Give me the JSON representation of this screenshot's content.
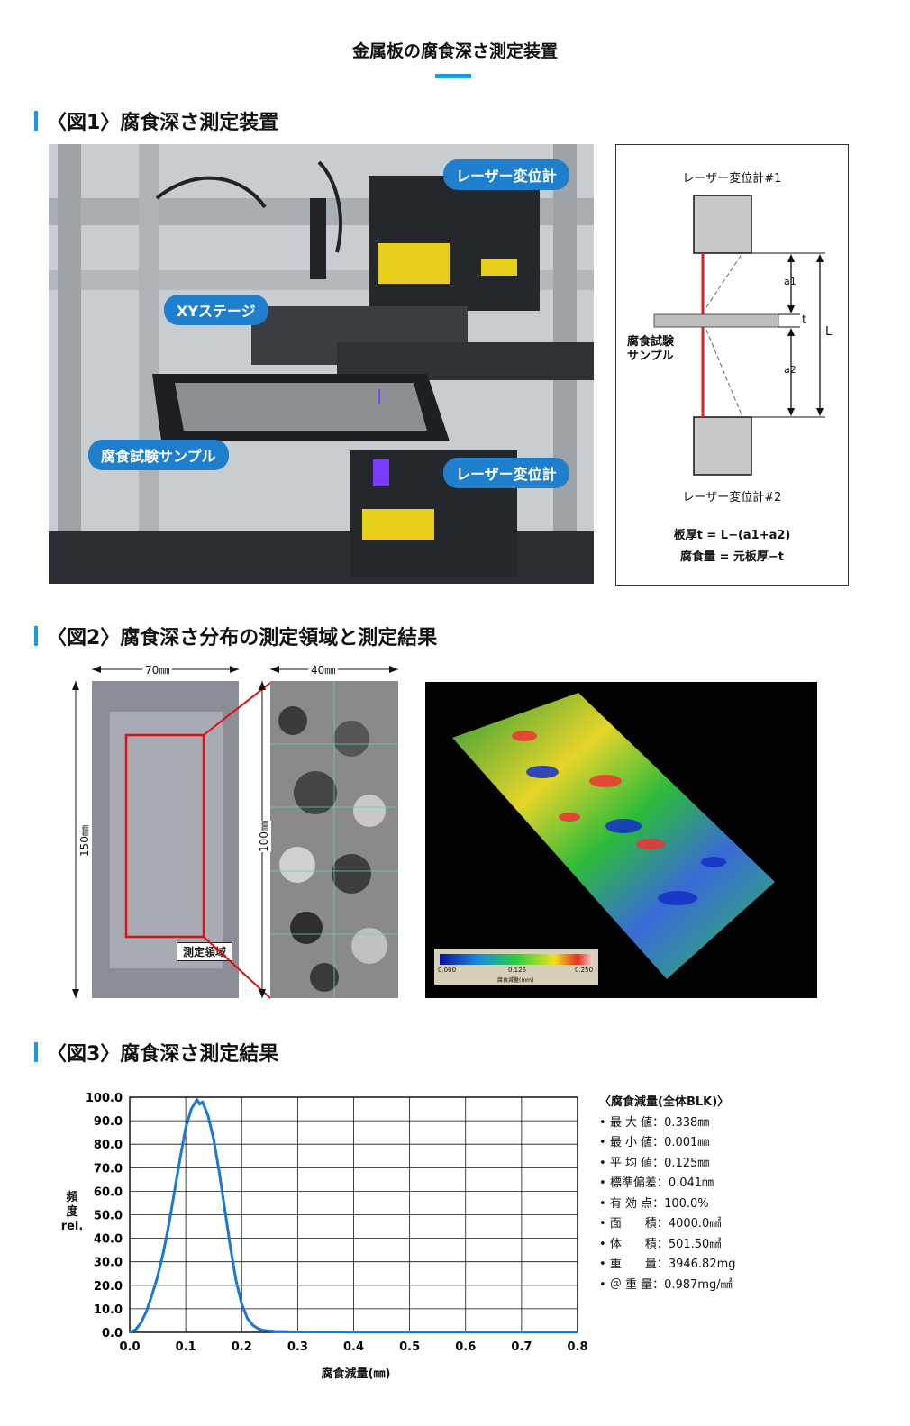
{
  "page_title": "金属板の腐食深さ測定装置",
  "fig1": {
    "heading": "〈図1〉腐食深さ測定装置",
    "photo_callouts": {
      "laser_top": "レーザー変位計",
      "xy_stage": "XYステージ",
      "sample": "腐食試験サンプル",
      "laser_bottom": "レーザー変位計"
    },
    "diagram": {
      "sensor1": "レーザー変位計#1",
      "sensor2": "レーザー変位計#2",
      "sample_label_1": "腐食試験",
      "sample_label_2": "サンプル",
      "a1": "a1",
      "a2": "a2",
      "t": "t",
      "L": "L",
      "formula1": "板厚t = L−(a1+a2)",
      "formula2": "腐食量 = 元板厚−t"
    }
  },
  "fig2": {
    "heading": "〈図2〉腐食深さ分布の測定領域と測定結果",
    "dim_width": "70㎜",
    "dim_height": "150㎜",
    "zoom_width": "40㎜",
    "zoom_height": "100㎜",
    "region_label": "測定領域",
    "colorbar": {
      "min": "0.000",
      "mid": "0.125",
      "max": "0.250",
      "label": "腐食減量(mm)"
    }
  },
  "fig3": {
    "heading": "〈図3〉腐食深さ測定結果",
    "stats_title": "〈腐食減量(全体BLK)〉",
    "stats": [
      {
        "label": "最 大 値",
        "value": "0.338㎜"
      },
      {
        "label": "最 小 値",
        "value": "0.001㎜"
      },
      {
        "label": "平 均 値",
        "value": "0.125㎜"
      },
      {
        "label": "標準偏差",
        "value": "0.041㎜"
      },
      {
        "label": "有 効 点",
        "value": "100.0%"
      },
      {
        "label": "面　　積",
        "value": "4000.0㎟"
      },
      {
        "label": "体　　積",
        "value": "501.50㎣"
      },
      {
        "label": "重　　量",
        "value": "3946.82mg"
      },
      {
        "label": "＠ 重 量",
        "value": "0.987mg/㎟"
      }
    ]
  },
  "chart_data": {
    "type": "line",
    "xlabel": "腐食減量(㎜)",
    "ylabel": "頻度 rel.",
    "ylabel_lines": [
      "頻",
      "度",
      "rel."
    ],
    "xlim": [
      0.0,
      0.8
    ],
    "ylim": [
      0.0,
      100.0
    ],
    "xticks": [
      "0.0",
      "0.1",
      "0.2",
      "0.3",
      "0.4",
      "0.5",
      "0.6",
      "0.7",
      "0.8"
    ],
    "yticks": [
      "0.0",
      "10.0",
      "20.0",
      "30.0",
      "40.0",
      "50.0",
      "60.0",
      "70.0",
      "80.0",
      "90.0",
      "100.0"
    ],
    "grid": true,
    "line_color": "#1a78d0",
    "x": [
      0.0,
      0.01,
      0.02,
      0.03,
      0.04,
      0.05,
      0.06,
      0.07,
      0.08,
      0.09,
      0.1,
      0.11,
      0.12,
      0.125,
      0.13,
      0.14,
      0.15,
      0.16,
      0.17,
      0.18,
      0.19,
      0.2,
      0.21,
      0.22,
      0.23,
      0.24,
      0.26,
      0.3,
      0.4,
      0.5,
      0.6,
      0.7,
      0.8
    ],
    "y": [
      0.0,
      1.0,
      4.0,
      9.0,
      16.0,
      24.0,
      34.0,
      46.0,
      60.0,
      74.0,
      87.0,
      95.0,
      99.0,
      97.0,
      98.0,
      92.0,
      82.0,
      68.0,
      52.0,
      36.0,
      22.0,
      12.0,
      6.0,
      3.0,
      1.5,
      0.8,
      0.4,
      0.2,
      0.1,
      0.1,
      0.1,
      0.1,
      0.1
    ]
  }
}
